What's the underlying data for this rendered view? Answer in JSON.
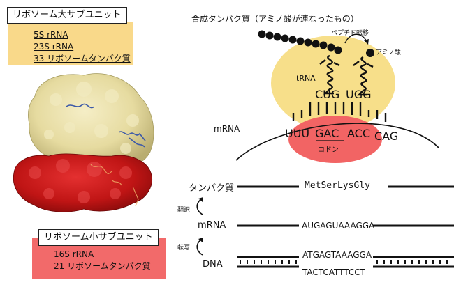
{
  "large_subunit": {
    "title": "リボソーム大サブユニット",
    "components": [
      "5S rRNA",
      "23S rRNA",
      "33 リボソームタンパク質"
    ]
  },
  "small_subunit": {
    "title": "リボソーム小サブユニット",
    "components": [
      "16S rRNA",
      "21 リボソームタンパク質"
    ]
  },
  "translation": {
    "title": "合成タンパク質（アミノ酸が連なったもの）",
    "peptidyl_transfer": "ペプチド転移",
    "amino_acid": "アミノ酸",
    "trna": "tRNA",
    "anticodons": [
      "CUG",
      "UGG"
    ],
    "mrna_label": "mRNA",
    "codons": [
      "UUU",
      "GAC",
      "ACC",
      "CAG"
    ],
    "codon_label": "コドン"
  },
  "central_dogma": {
    "protein_label": "タンパク質",
    "protein_seq": "MetSerLysGly",
    "translation_label": "翻訳",
    "mrna_label": "mRNA",
    "mrna_seq": "AUGAGUAAAGGA",
    "transcription_label": "転写",
    "dna_label": "DNA",
    "dna_top": "ATGAGTAAAGGA",
    "dna_bottom": "TACTCATTTCCT"
  },
  "colors": {
    "large_panel": "#f9d98a",
    "small_panel": "#f26a6a",
    "ribosome_yellow": "#f7df8a",
    "ribosome_red": "#f26464",
    "protein_red": "#cc1a1a",
    "protein_yellow": "#e8dfa4"
  }
}
